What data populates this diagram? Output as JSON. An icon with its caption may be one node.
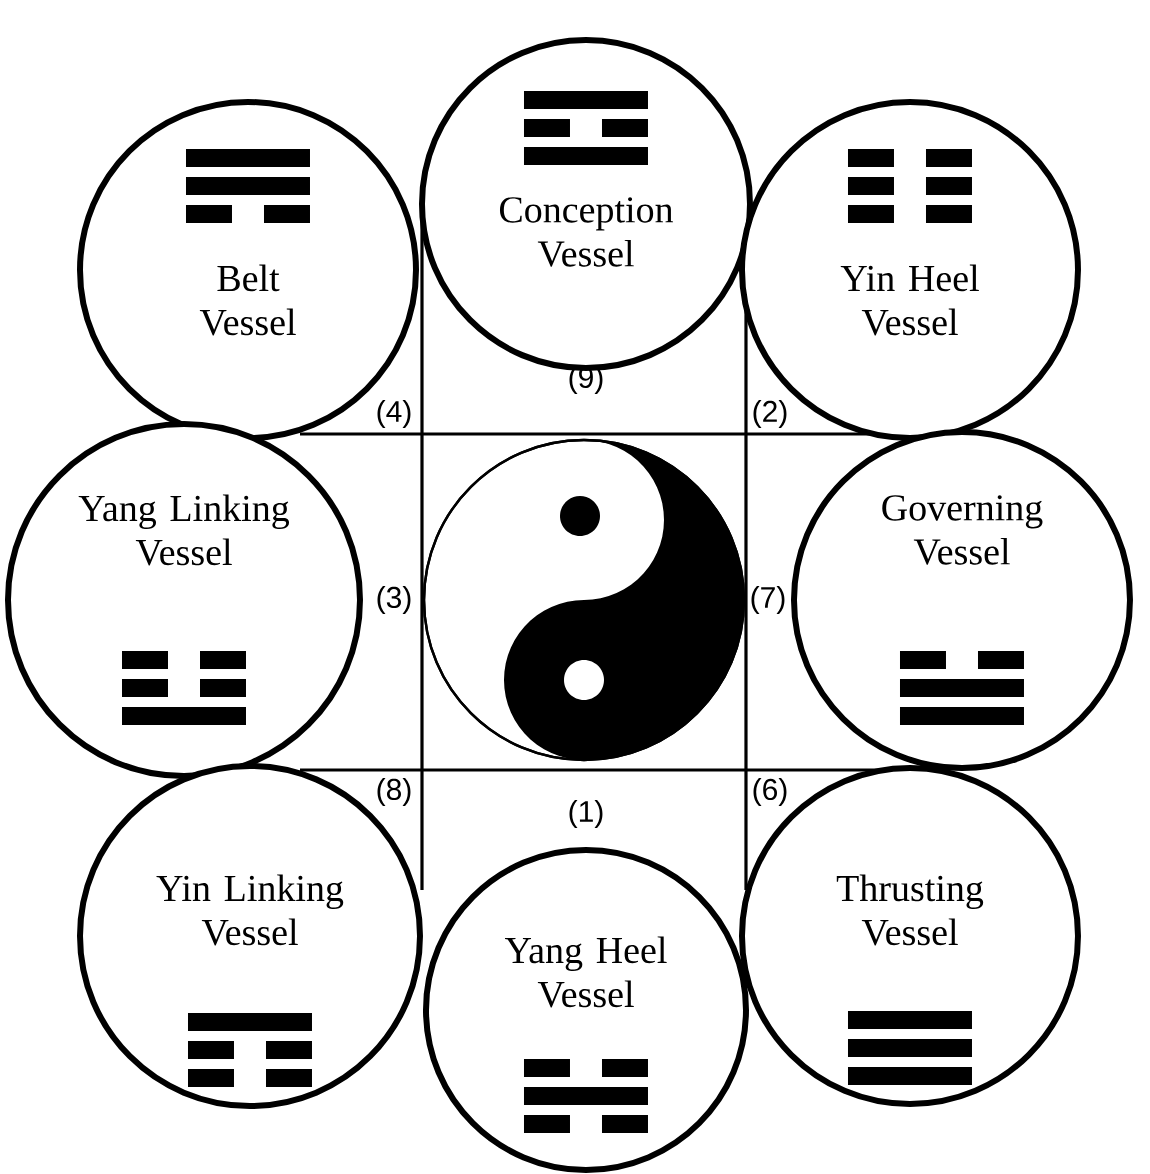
{
  "diagram": {
    "nodes": [
      {
        "text": [
          "Belt Vessel"
        ]
      },
      {
        "text": [
          "Conception Vessel"
        ]
      },
      {
        "text": [
          "Yin Heel Vessel"
        ]
      },
      {
        "text": [
          "Yang Linking Vessel"
        ]
      },
      {
        "text": [
          "Governing Vessel"
        ]
      },
      {
        "text": [
          "Yin Linking Vessel"
        ]
      },
      {
        "text": [
          "Yang Heel Vessel"
        ]
      },
      {
        "text": [
          "Thrusting Vessel"
        ]
      }
    ],
    "labels": [
      "(4)",
      "(9)",
      "(2)",
      "(3)",
      "(7)",
      "(8)",
      "(1)",
      "(6)"
    ]
  }
}
